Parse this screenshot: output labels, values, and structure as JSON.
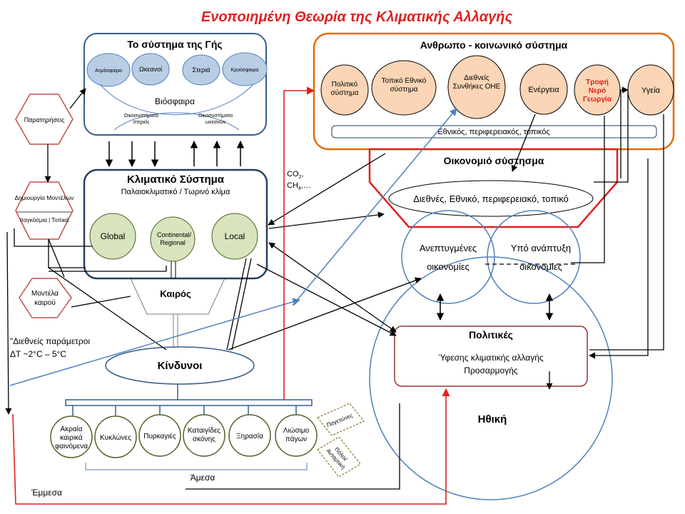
{
  "title": "Ενοποιημένη Θεωρία της Κλιματικής Αλλαγής",
  "colors": {
    "title": "#e02020",
    "navy": "#243f60",
    "orange": "#e36c0a",
    "red": "#e0201c",
    "darkred": "#953735",
    "blue": "#4f81bd",
    "olive": "#4f6228",
    "brown": "#7f6000",
    "lightblue": "#b9cde5",
    "lightgreen": "#d7e4bd",
    "peach": "#fbd5b5",
    "black": "#000000"
  },
  "earth": {
    "title": "Το σύστημα της Γής",
    "components": [
      "Ατμόσφαιρα",
      "Ωκεανοί",
      "Στεριά",
      "Κρυόσφαιρα"
    ],
    "biosphere": "Βιόσφαιρα",
    "eco_land": [
      "Οικοσυστήματα",
      "στεριάς"
    ],
    "eco_ocean": [
      "Οικοσυστήματα",
      "ωκεανών"
    ]
  },
  "climate": {
    "title": "Κλιματικό Σύστημα",
    "subtitle": "Παλαιοκλιματικό / Τωρινό κλίμα",
    "scales": {
      "global": [
        "Global"
      ],
      "continental": [
        "Continental/",
        "Regional"
      ],
      "local": [
        "Local"
      ]
    }
  },
  "weather": "Καιρός",
  "hazards": "Κίνδυνοι",
  "left": {
    "observations": "Παρατηρήσεις",
    "modelling": "Δημιουργία Μοντέλων",
    "modelling_sub": "παγκόσμια | Τοπικά",
    "weather_models": [
      "Μοντέλα",
      "καιρού"
    ],
    "params_1": "\"Διεθνείς παράμετροι",
    "params_2": "ΔT ~2°C – 5°C"
  },
  "human": {
    "title": "Ανθρωπο - κοινωνικό σύστημα",
    "items": {
      "politics": [
        "Πολιτικό",
        "σύστημα"
      ],
      "local_national": [
        "Τοπικό Εθνικό",
        "σύστημα"
      ],
      "un": [
        "Διεθνείς",
        "Συνθήκες ΟΗΕ"
      ],
      "energy": [
        "Ενέργεια"
      ],
      "food": [
        "Τροφή",
        "Νερό",
        "Γεωργία"
      ],
      "health": [
        "Υγεία"
      ]
    },
    "levels": "Εθνικός, περιφερειακός, τοπικός"
  },
  "economy": {
    "title": "Οικονομιό σύστησμα",
    "levels": "Διεθνές, Εθνικό, περιφερειακό, τοπικό",
    "developed": [
      "Ανεπτυγμένες",
      "οικονομίες"
    ],
    "developing": [
      "Υπό ανάπτυξη",
      "οικονομίες"
    ]
  },
  "emissions": {
    "co2": "CO",
    "co2_sub": "2",
    "ch4": "CH",
    "ch4_sub": "4",
    "tail": ",…"
  },
  "policies": {
    "title": "Πολιτικές",
    "line1": "Ύφεσης κλιματικής αλλαγής",
    "line2": "Προσαρμογής"
  },
  "ethics": "Ηθική",
  "impacts": {
    "items": {
      "extreme": [
        "Ακραία",
        "καιρικά",
        "φαινόμενα"
      ],
      "cyclones": [
        "Κυκλώνες"
      ],
      "fires": [
        "Πυρκαγιές"
      ],
      "dust": [
        "Καταιγίδες",
        "σκόνης"
      ],
      "drought": [
        "Ξηρασία"
      ],
      "melt": [
        "Λιώσιμο",
        "πάγων"
      ]
    },
    "glaciers": "Παγετώνες",
    "poles": [
      "Πόλοι/",
      "Ανταρτική"
    ],
    "direct": "Άμεσα",
    "indirect": "Έμμεσα"
  }
}
